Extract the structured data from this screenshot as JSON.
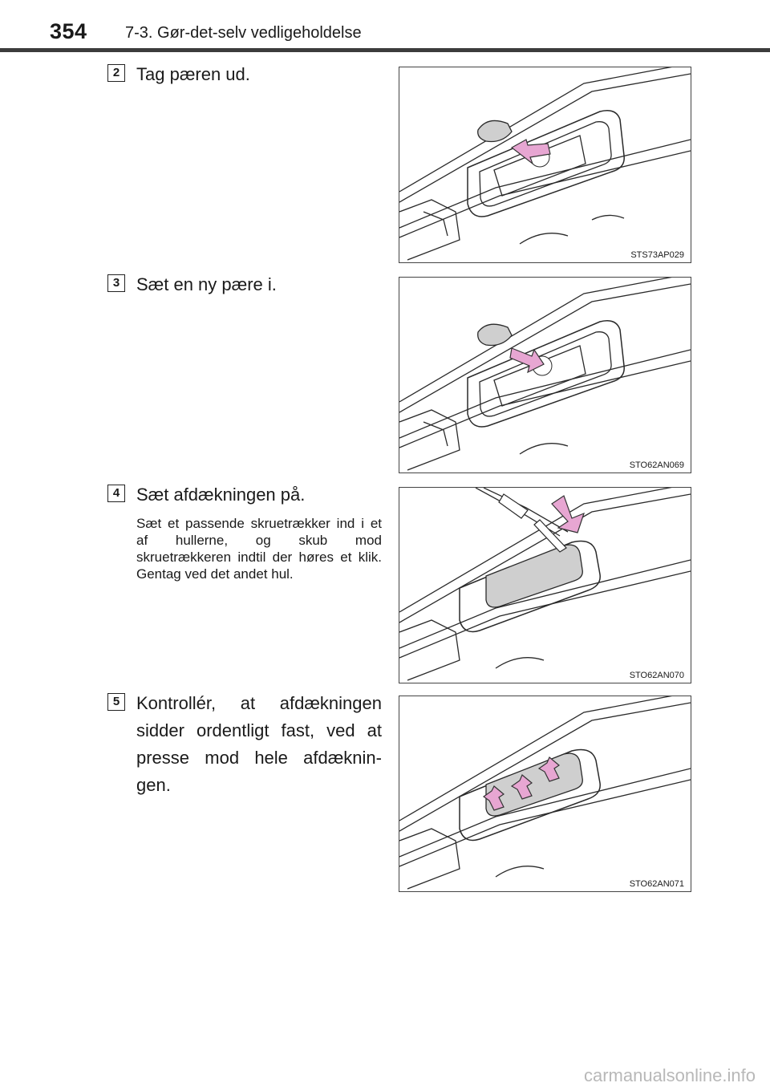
{
  "header": {
    "page_number": "354",
    "section_title": "7-3. Gør-det-selv vedligeholdelse"
  },
  "steps": [
    {
      "number": "2",
      "heading": "Tag pæren ud.",
      "body": "",
      "figure_code": "STS73AP029"
    },
    {
      "number": "3",
      "heading": "Sæt en ny pære i.",
      "body": "",
      "figure_code": "STO62AN069"
    },
    {
      "number": "4",
      "heading": "Sæt afdækningen på.",
      "body": "Sæt et passende skruetrækker ind i et af hullerne, og skub mod skruetrækkeren indtil der høres et klik. Gentag ved det andet hul.",
      "figure_code": "STO62AN070"
    },
    {
      "number": "5",
      "heading": "Kontrollér, at afdækningen sidder ordentligt fast, ved at presse mod hele afdæknin-gen.",
      "body": "",
      "figure_code": "STO62AN071"
    }
  ],
  "watermark": "carmanualsonline.info",
  "colors": {
    "arrow": "#e7a6d2",
    "arrow_outline": "#333333",
    "lens": "#cfcfcf",
    "line": "#2a2a2a"
  }
}
